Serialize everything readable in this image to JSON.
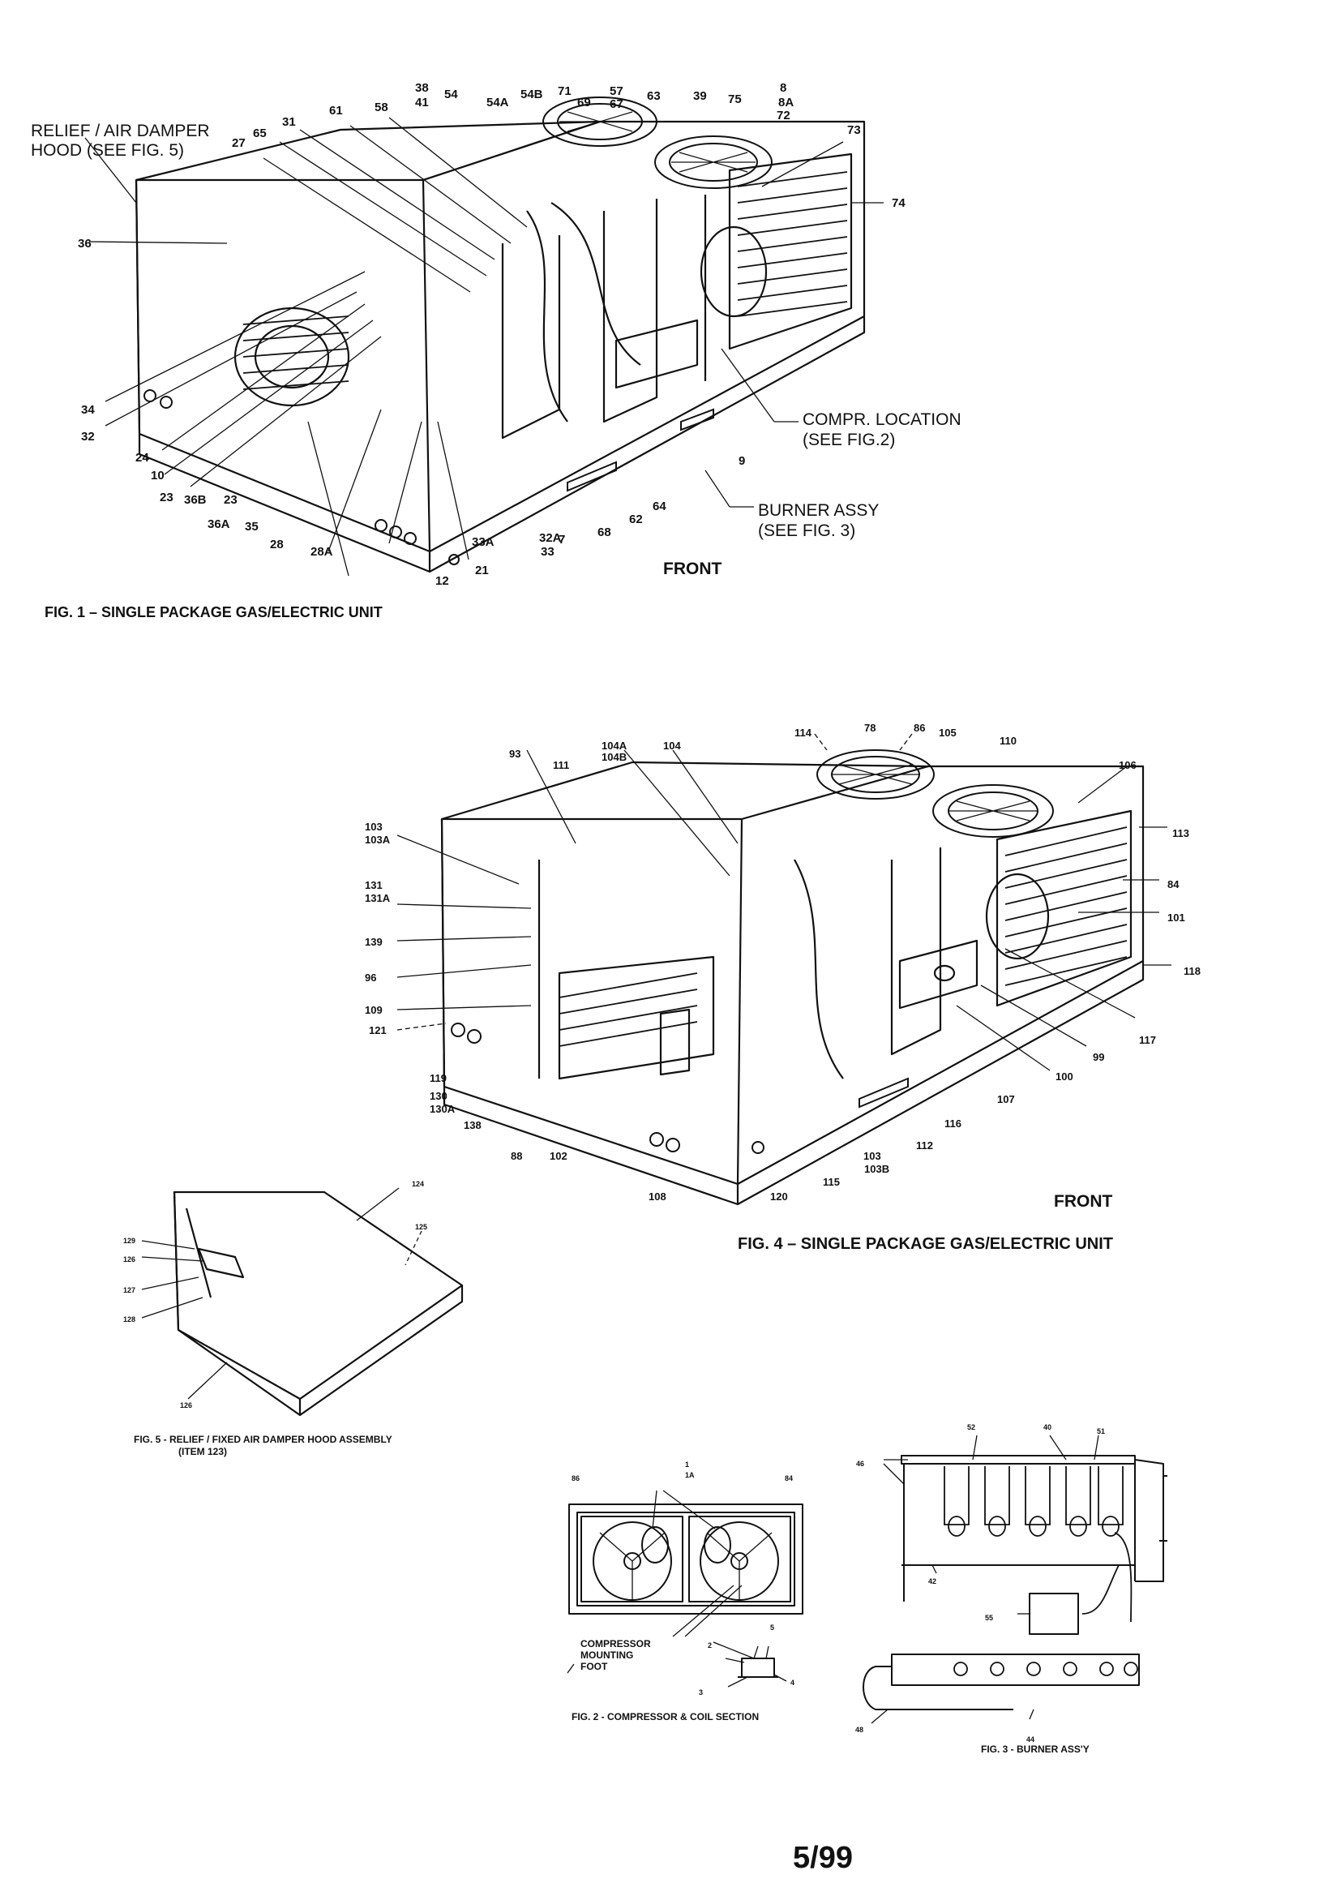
{
  "page_number": "5/99",
  "fig1": {
    "caption": "FIG. 1 – SINGLE PACKAGE GAS/ELECTRIC UNIT",
    "front": "FRONT",
    "relief_hood_1": "RELIEF / AIR DAMPER",
    "relief_hood_2": "HOOD (SEE FIG. 5)",
    "compr_1": "COMPR. LOCATION",
    "compr_2": "(SEE FIG.2)",
    "burner_1": "BURNER ASSY",
    "burner_2": "(SEE FIG. 3)",
    "callouts": [
      {
        "t": "38"
      },
      {
        "t": "41"
      },
      {
        "t": "54"
      },
      {
        "t": "54A"
      },
      {
        "t": "54B"
      },
      {
        "t": "71"
      },
      {
        "t": "69"
      },
      {
        "t": "57"
      },
      {
        "t": "67"
      },
      {
        "t": "63"
      },
      {
        "t": "39"
      },
      {
        "t": "75"
      },
      {
        "t": "8"
      },
      {
        "t": "8A"
      },
      {
        "t": "72"
      },
      {
        "t": "73"
      },
      {
        "t": "74"
      },
      {
        "t": "61"
      },
      {
        "t": "58"
      },
      {
        "t": "31"
      },
      {
        "t": "65"
      },
      {
        "t": "27"
      },
      {
        "t": "36"
      },
      {
        "t": "34"
      },
      {
        "t": "32"
      },
      {
        "t": "24"
      },
      {
        "t": "10"
      },
      {
        "t": "23"
      },
      {
        "t": "36B"
      },
      {
        "t": "23"
      },
      {
        "t": "36A"
      },
      {
        "t": "35"
      },
      {
        "t": "28"
      },
      {
        "t": "28A"
      },
      {
        "t": "12"
      },
      {
        "t": "21"
      },
      {
        "t": "33A"
      },
      {
        "t": "32A"
      },
      {
        "t": "33"
      },
      {
        "t": "7"
      },
      {
        "t": "68"
      },
      {
        "t": "62"
      },
      {
        "t": "64"
      },
      {
        "t": "9"
      }
    ]
  },
  "fig4": {
    "caption": "FIG. 4 – SINGLE PACKAGE GAS/ELECTRIC UNIT",
    "front": "FRONT",
    "callouts": [
      {
        "t": "114"
      },
      {
        "t": "78"
      },
      {
        "t": "86"
      },
      {
        "t": "105"
      },
      {
        "t": "110"
      },
      {
        "t": "104A"
      },
      {
        "t": "104B"
      },
      {
        "t": "104"
      },
      {
        "t": "93"
      },
      {
        "t": "111"
      },
      {
        "t": "106"
      },
      {
        "t": "103"
      },
      {
        "t": "103A"
      },
      {
        "t": "113"
      },
      {
        "t": "131"
      },
      {
        "t": "131A"
      },
      {
        "t": "84"
      },
      {
        "t": "101"
      },
      {
        "t": "139"
      },
      {
        "t": "96"
      },
      {
        "t": "118"
      },
      {
        "t": "109"
      },
      {
        "t": "121"
      },
      {
        "t": "117"
      },
      {
        "t": "99"
      },
      {
        "t": "100"
      },
      {
        "t": "119"
      },
      {
        "t": "107"
      },
      {
        "t": "130"
      },
      {
        "t": "130A"
      },
      {
        "t": "116"
      },
      {
        "t": "138"
      },
      {
        "t": "88"
      },
      {
        "t": "102"
      },
      {
        "t": "112"
      },
      {
        "t": "103"
      },
      {
        "t": "103B"
      },
      {
        "t": "108"
      },
      {
        "t": "120"
      },
      {
        "t": "115"
      }
    ]
  },
  "fig5": {
    "caption_1": "FIG. 5 - RELIEF / FIXED AIR DAMPER HOOD ASSEMBLY",
    "caption_2": "(ITEM 123)",
    "callouts": [
      {
        "t": "124"
      },
      {
        "t": "125"
      },
      {
        "t": "129"
      },
      {
        "t": "126"
      },
      {
        "t": "127"
      },
      {
        "t": "128"
      },
      {
        "t": "126"
      }
    ]
  },
  "fig2": {
    "caption": "FIG. 2 - COMPRESSOR & COIL SECTION",
    "compressor_1": "COMPRESSOR",
    "compressor_2": "MOUNTING",
    "compressor_3": "FOOT",
    "callouts": [
      {
        "t": "1"
      },
      {
        "t": "1A"
      },
      {
        "t": "86"
      },
      {
        "t": "84"
      },
      {
        "t": "5"
      },
      {
        "t": "2"
      },
      {
        "t": "3"
      },
      {
        "t": "4"
      }
    ]
  },
  "fig3": {
    "caption": "FIG. 3 - BURNER ASS'Y",
    "callouts": [
      {
        "t": "52"
      },
      {
        "t": "40"
      },
      {
        "t": "51"
      },
      {
        "t": "46"
      },
      {
        "t": "42"
      },
      {
        "t": "55"
      },
      {
        "t": "48"
      },
      {
        "t": "44"
      }
    ]
  }
}
